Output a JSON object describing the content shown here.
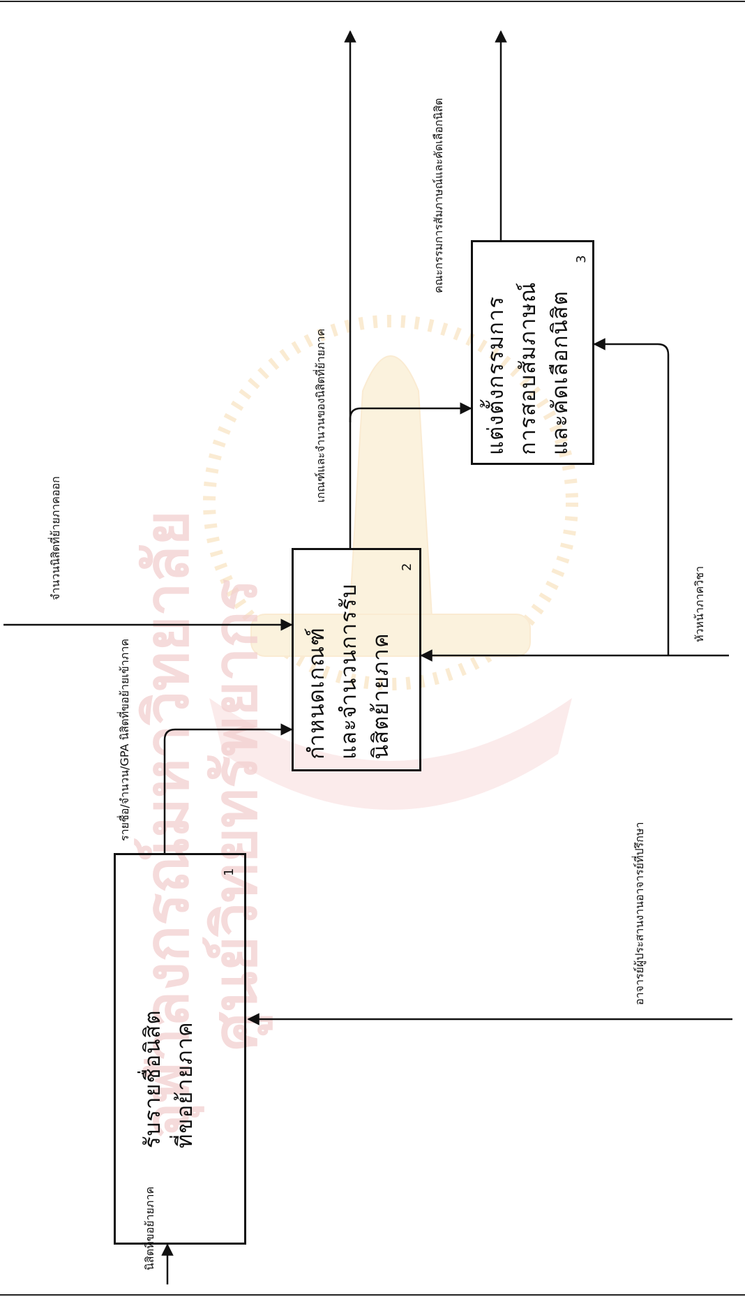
{
  "watermark": {
    "line1": "ศูนย์วิทยทรัพยากร",
    "line2": "จุฬาลงกรณ์มหาวิทยาลัย"
  },
  "processes": [
    {
      "number": "1",
      "lines": [
        "รับรายชื่อนิสิต",
        "ที่ขอย้ายภาค"
      ]
    },
    {
      "number": "2",
      "lines": [
        "กำหนดเกณฑ์",
        "และจำนวนการรับ",
        "นิสิตย้ายภาค"
      ]
    },
    {
      "number": "3",
      "lines": [
        "แต่งตั้งกรรมการ",
        "การสอบสัมภาษณ์",
        "และคัดเลือกนิสิต"
      ]
    }
  ],
  "flows": {
    "input_students": "นิสิตที่ขอย้ายภาค",
    "advisor": "อาจารย์ผู้ประสานงานอาจารย์ที่ปรึกษา",
    "list_gpa": "รายชื่อ/จำนวน/GPA นิสิตที่ขอย้ายเข้าภาค",
    "outgoing_count": "จำนวนนิสิตที่ย้ายภาคออก",
    "head_department": "หัวหน้าภาควิชา",
    "criteria_output": "เกณฑ์และจำนวนของนิสิตที่ย้ายภาค",
    "committee_output": "คณะกรรมการสัมภาษณ์และคัดเลือกนิสิต"
  },
  "colors": {
    "ink": "#111111",
    "watermark": "#f2cfcf",
    "seal": "#f6dca0"
  }
}
